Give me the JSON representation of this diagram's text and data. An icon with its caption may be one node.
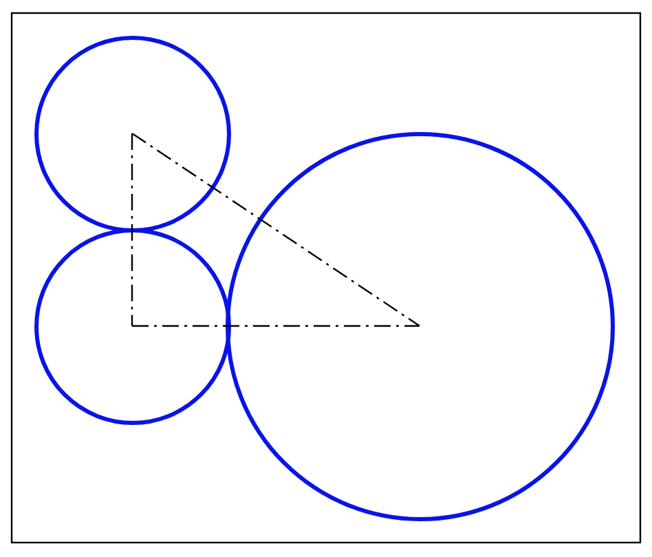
{
  "diagram": {
    "nodes": [
      {
        "text": [],
        "shape": "circle"
      },
      {
        "text": [],
        "shape": "circle"
      },
      {
        "text": [],
        "shape": "circle"
      }
    ],
    "edges": [
      {
        "from": 0,
        "to": 1,
        "arrow": "none",
        "style": "dashed"
      },
      {
        "from": 1,
        "to": 2,
        "arrow": "none",
        "style": "dashed"
      },
      {
        "from": 0,
        "to": 2,
        "arrow": "none",
        "style": "dashed"
      }
    ]
  }
}
